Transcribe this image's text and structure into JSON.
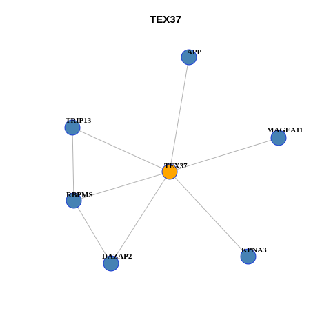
{
  "title": "TEX37",
  "colors": {
    "hub": "#ffa500",
    "partner": "#4682b4",
    "node_border": "#1f3fd6",
    "edge": "#b3b3b3"
  },
  "nodes": [
    {
      "id": "TEX37",
      "label": "TEX37",
      "role": "hub"
    },
    {
      "id": "APP",
      "label": "APP",
      "role": "partner"
    },
    {
      "id": "TRIP13",
      "label": "TRIP13",
      "role": "partner"
    },
    {
      "id": "MAGEA11",
      "label": "MAGEA11",
      "role": "partner"
    },
    {
      "id": "RBPMS",
      "label": "RBPMS",
      "role": "partner"
    },
    {
      "id": "DAZAP2",
      "label": "DAZAP2",
      "role": "partner"
    },
    {
      "id": "KPNA3",
      "label": "KPNA3",
      "role": "partner"
    }
  ],
  "edges": [
    {
      "from": "TEX37",
      "to": "APP"
    },
    {
      "from": "TEX37",
      "to": "TRIP13"
    },
    {
      "from": "TEX37",
      "to": "MAGEA11"
    },
    {
      "from": "TEX37",
      "to": "RBPMS"
    },
    {
      "from": "TEX37",
      "to": "DAZAP2"
    },
    {
      "from": "TEX37",
      "to": "KPNA3"
    },
    {
      "from": "TRIP13",
      "to": "RBPMS"
    },
    {
      "from": "RBPMS",
      "to": "DAZAP2"
    }
  ]
}
